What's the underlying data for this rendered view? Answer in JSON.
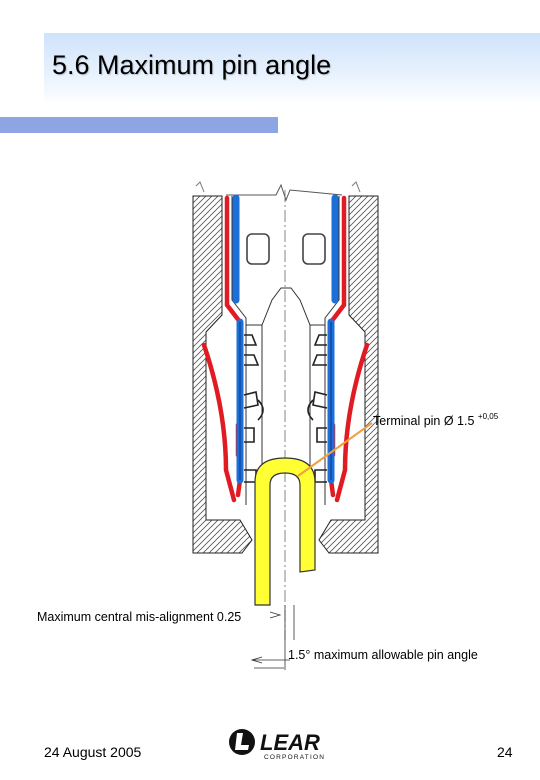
{
  "slide": {
    "title": "5.6 Maximum pin angle"
  },
  "figure": {
    "labels": {
      "terminal_pin": "Terminal pin Ø 1.5",
      "terminal_pin_tol": "+0,05",
      "misalignment": "Maximum central mis-alignment  0.25",
      "pin_angle": "1.5° maximum allowable pin angle"
    }
  },
  "logo": {
    "brand": "LEAR",
    "subtitle": "CORPORATION"
  },
  "footer": {
    "date": "24 August 2005",
    "page": "24"
  }
}
